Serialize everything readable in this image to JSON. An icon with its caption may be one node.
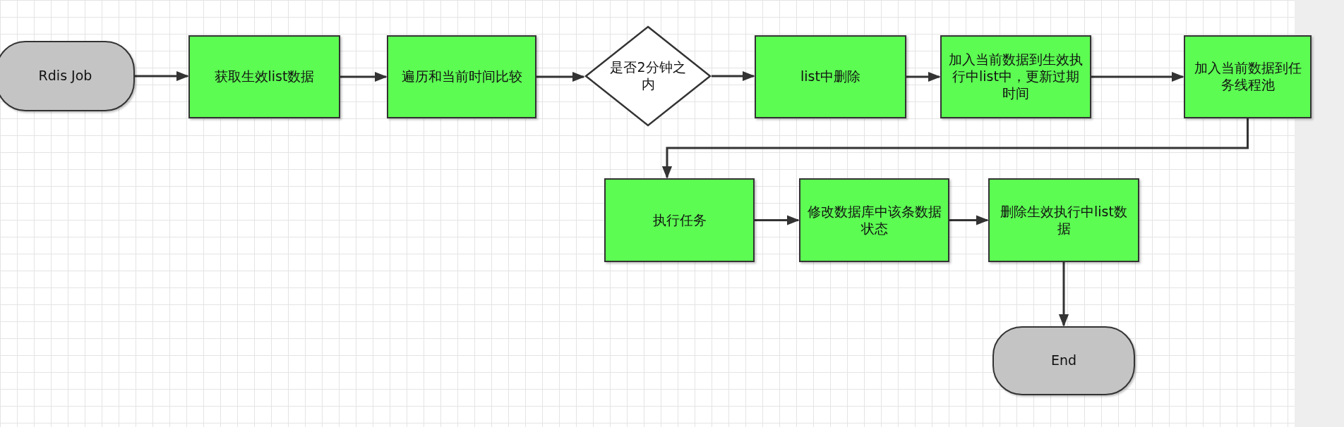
{
  "diagram": {
    "nodes": [
      {
        "text": [
          "Rdis Job"
        ]
      },
      {
        "text": [
          "获取生效list数据"
        ]
      },
      {
        "text": [
          "遍历和当前时间比较"
        ]
      },
      {
        "text": [
          "是否2分钟之内"
        ]
      },
      {
        "text": [
          "list中删除"
        ]
      },
      {
        "text": [
          "加入当前数据到生效执行中list中，更新过期时间"
        ]
      },
      {
        "text": [
          "加入当前数据到任务线程池"
        ]
      },
      {
        "text": [
          "执行任务"
        ]
      },
      {
        "text": [
          "修改数据库中该条数据状态"
        ]
      },
      {
        "text": [
          "删除生效执行中list数据"
        ]
      },
      {
        "text": [
          "End"
        ]
      }
    ],
    "edges": [
      {
        "from": 0,
        "to": 1,
        "arrow": "to"
      },
      {
        "from": 1,
        "to": 2,
        "arrow": "to"
      },
      {
        "from": 2,
        "to": 3,
        "arrow": "to"
      },
      {
        "from": 3,
        "to": 4,
        "arrow": "to"
      },
      {
        "from": 4,
        "to": 5,
        "arrow": "to"
      },
      {
        "from": 5,
        "to": 6,
        "arrow": "to"
      },
      {
        "from": 6,
        "to": 7,
        "arrow": "to"
      },
      {
        "from": 7,
        "to": 8,
        "arrow": "to"
      },
      {
        "from": 8,
        "to": 9,
        "arrow": "to"
      },
      {
        "from": 9,
        "to": 10,
        "arrow": "to"
      }
    ]
  }
}
